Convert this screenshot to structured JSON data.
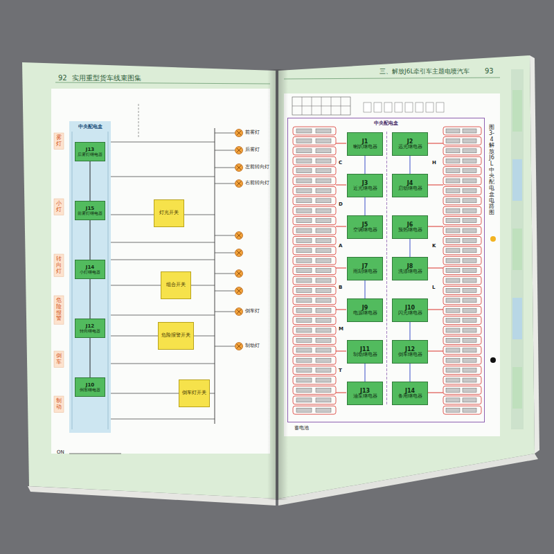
{
  "diagram": {
    "caption": "图3-4 解放J6L中央配电盒电路图",
    "nodes": [
      {
        "text": [
          "中央配电盒"
        ]
      },
      {
        "text": [
          "J13",
          "后雾灯继电器"
        ],
        "in": 0
      },
      {
        "text": [
          "J15",
          "前雾灯继电器"
        ],
        "in": 0
      },
      {
        "text": [
          "J14",
          "小灯继电器"
        ],
        "in": 0
      },
      {
        "text": [
          "J12",
          "转向继电器"
        ],
        "in": 0
      },
      {
        "text": [
          "J10",
          "倒车继电器"
        ],
        "in": 0
      },
      {
        "text": [
          "灯光开关"
        ]
      },
      {
        "text": [
          "组合开关"
        ]
      },
      {
        "text": [
          "危险报警开关"
        ]
      },
      {
        "text": [
          "倒车灯开关"
        ]
      },
      {
        "text": [
          "中央配电盒"
        ]
      },
      {
        "text": [
          "J1",
          "喇叭继电器"
        ],
        "in": 10
      },
      {
        "text": [
          "J2",
          "远光继电器"
        ],
        "in": 10
      },
      {
        "text": [
          "J3",
          "近光继电器"
        ],
        "in": 10
      },
      {
        "text": [
          "J4",
          "启动继电器"
        ],
        "in": 10
      },
      {
        "text": [
          "J5",
          "空调继电器"
        ],
        "in": 10
      },
      {
        "text": [
          "J6",
          "预热继电器"
        ],
        "in": 10
      },
      {
        "text": [
          "J7",
          "雨刮继电器"
        ],
        "in": 10
      },
      {
        "text": [
          "J8",
          "洗涤继电器"
        ],
        "in": 10
      },
      {
        "text": [
          "J9",
          "电源继电器"
        ],
        "in": 10
      },
      {
        "text": [
          "J10",
          "闪光继电器"
        ],
        "in": 10
      },
      {
        "text": [
          "J11",
          "制动继电器"
        ],
        "in": 10
      },
      {
        "text": [
          "J12",
          "倒车继电器"
        ],
        "in": 10
      },
      {
        "text": [
          "J13",
          "油泵继电器"
        ],
        "in": 10
      },
      {
        "text": [
          "J14",
          "备用继电器"
        ],
        "in": 10
      }
    ],
    "edges": [
      {
        "from": 1,
        "to": 2,
        "arrow": "none"
      },
      {
        "from": 2,
        "to": 3,
        "arrow": "none"
      },
      {
        "from": 3,
        "to": 4,
        "arrow": "none"
      },
      {
        "from": 4,
        "to": 5,
        "arrow": "none"
      },
      {
        "from": 11,
        "to": 13,
        "arrow": "none"
      },
      {
        "from": 13,
        "to": 15,
        "arrow": "none"
      },
      {
        "from": 12,
        "to": 14,
        "arrow": "none"
      },
      {
        "from": 16,
        "to": 18,
        "arrow": "none"
      },
      {
        "from": 17,
        "to": 19,
        "arrow": "none"
      },
      {
        "from": 20,
        "to": 22,
        "arrow": "none"
      },
      {
        "from": 21,
        "to": 23,
        "arrow": "none"
      },
      {
        "from": 22,
        "to": 24,
        "arrow": "none"
      }
    ],
    "labels": [
      "92",
      "实用重型货车线束图集",
      "三、解放J6L牵引车主题电喷汽车",
      "93",
      "雾灯",
      "小灯",
      "转向灯",
      "危险报警",
      "倒车",
      "制动",
      "前雾灯",
      "后雾灯",
      "左前转向灯",
      "右前转向灯",
      "倒车灯",
      "制动灯",
      "ON",
      "A",
      "B",
      "C",
      "D",
      "H",
      "K",
      "L",
      "M",
      "T",
      "蓄电池"
    ]
  }
}
